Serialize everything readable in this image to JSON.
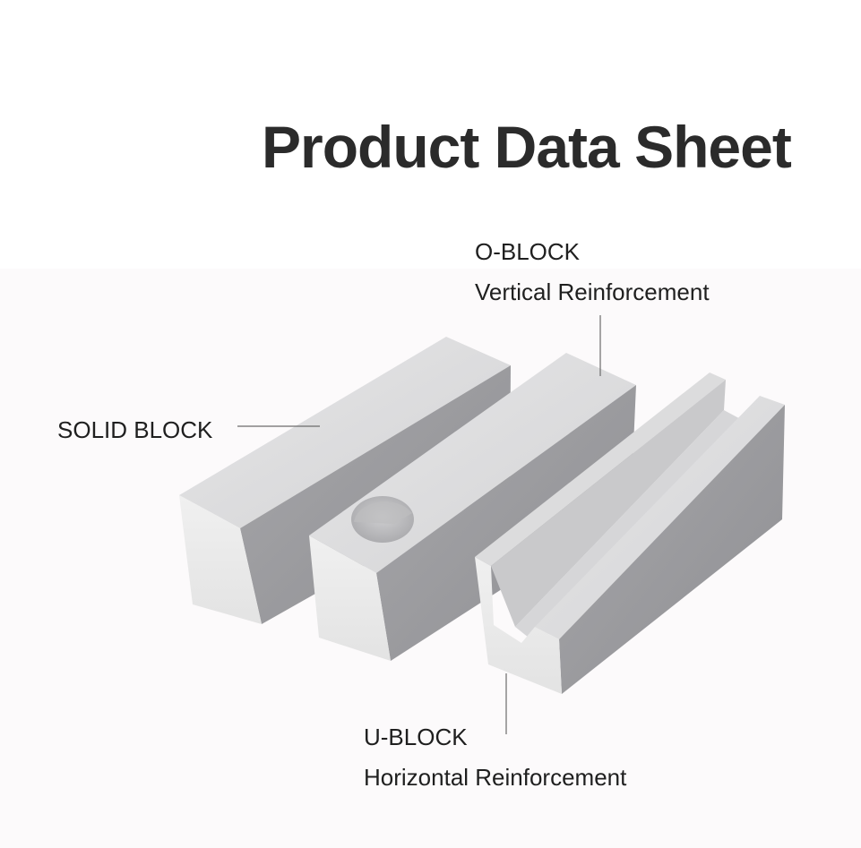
{
  "title": "Product Data Sheet",
  "labels": {
    "solid_block": "SOLID BLOCK",
    "o_block_name": "O-BLOCK",
    "o_block_desc": "Vertical Reinforcement",
    "u_block_name": "U-BLOCK",
    "u_block_desc": "Horizontal Reinforcement"
  },
  "colors": {
    "text": "#1f1f1f",
    "title": "#2b2b2b",
    "block_top": "#dededf",
    "block_front": "#ececec",
    "block_side": "#9d9da0",
    "leader_line": "#6b6b6b"
  }
}
